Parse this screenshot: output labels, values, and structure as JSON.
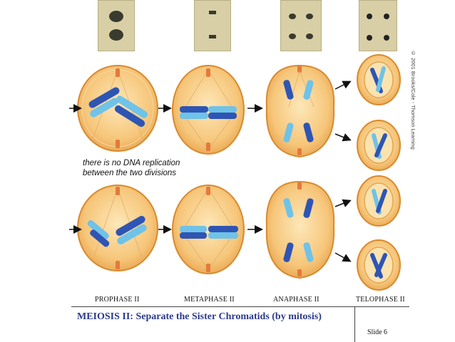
{
  "stage_labels": {
    "prophase": "PROPHASE II",
    "metaphase": "METAPHASE II",
    "anaphase": "ANAPHASE II",
    "telophase": "TELOPHASE II"
  },
  "note": {
    "line1": "there is no DNA replication",
    "line2": "between the two divisions"
  },
  "footer": {
    "title": "MEIOSIS II:  Separate the Sister Chromatids (by mitosis)",
    "slide": "Slide 6"
  },
  "copyright": "© 2001 Brooks/Cole - Thomson Learning",
  "colors": {
    "cell_fill": "#f6c67a",
    "cell_edge": "#d98a2e",
    "chromatid_dark": "#2e55b4",
    "chromatid_light": "#6fc2e8",
    "footer_text": "#2b3a8c"
  }
}
